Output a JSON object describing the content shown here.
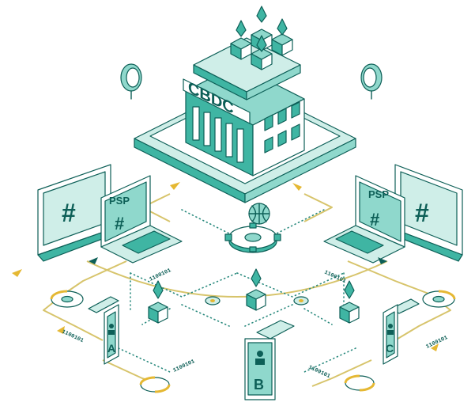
{
  "center": {
    "label": "CBDC"
  },
  "psp_left": {
    "label": "PSP"
  },
  "psp_right": {
    "label": "PSP"
  },
  "users": {
    "a": "A",
    "b": "B",
    "c": "C"
  },
  "codes": {
    "code_left_mid": "1100101",
    "code_right_mid": "1100101",
    "code_left_low": "1100101",
    "code_bottom_left": "1100101",
    "code_bottom_right": "1100101",
    "code_right_low": "1100101"
  },
  "colors": {
    "teal": "#3fb5a3",
    "dark": "#0d5f57",
    "gold": "#d7c46b"
  }
}
